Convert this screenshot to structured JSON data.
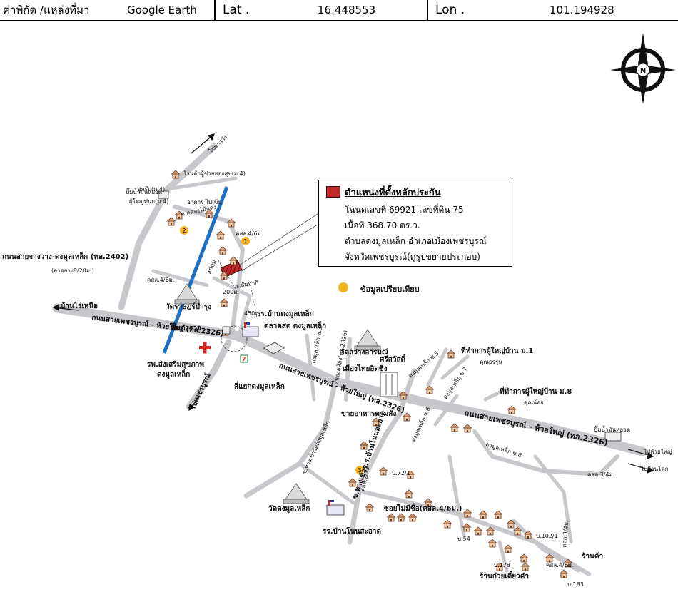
{
  "header": {
    "coord_label": "ค่าพิกัด /แหล่งที่มา",
    "source": "Google Earth",
    "lat_label": "Lat .",
    "lat_value": "16.448553",
    "lon_label": "Lon .",
    "lon_value": "101.194928"
  },
  "compass": {
    "label": "N"
  },
  "legend": {
    "title": "ตำแหน่งที่ตั้งหลักประกัน",
    "line1": "โฉนดเลขที่ 69921 เลขที่ดิน 75",
    "line2": "เนื้อที่ 368.70 ตร.ว.",
    "line3": "ตำบลดงมูลเหล็ก  อำเภอเมืองเพชรบูรณ์",
    "line4": "จังหวัดเพชรบูรณ์(ดูรูปขยายประกอบ)",
    "comparable_label": "ข้อมูลเปรียบเทียบ",
    "colors": {
      "target": "#c0282a",
      "comparable": "#f2b51f",
      "road": "#c8c7cc",
      "canal": "#1f6fc4"
    }
  },
  "labels": {
    "to_wangchan": "ไปชาววัง",
    "shop_top": "ร้านค้าผู้ช่วยทองสุข(ม.4)",
    "pump_left": "ปั๊มน้ำมันหยอด",
    "village_head_4": "ผู้ใหญ่ทันย(ม.4)",
    "house_top": "อู่กรุ๊ป(ม.4)",
    "building": "อาคาร ไปเข้น",
    "soi_khlong": "ซ.คลองไม้แดง",
    "soi_4_6_a": "คสล.4/6ม.",
    "road_wang": "ถนนสายจางวาง-ดงมูลเหล็ก (ทล.2402)",
    "road_wang_sub": "(ลาดยาง8/20ม.)",
    "soi_4_6_b": "คสล.4/6ม.",
    "dist_400": "400ม.",
    "soi_sammaki": "ซ.สัมมากี",
    "dist_200": "200ม.",
    "dist_450": "450ม.",
    "temple_rat": "วัดราษฎร์บำรุง",
    "pump_tamruat": "ปั๊มตำรวจ",
    "to_bankai": "บ้านไร่เหนือ",
    "main_road_w": "ถนนสายเพชรบูรณ์ - ห้วยใหญ่ (ทล.2326)",
    "school_dong": "รร.บ้านดงมูลเหล็ก",
    "market": "ตลาดสด ดงมูลเหล็ก",
    "hospital": "รพ.ส่งเสริมสุขภาพ",
    "hospital2": "ดงมูลเหล็ก",
    "to_phetchabun": "ไปเพชรบูรณ์",
    "junction": "สี่แยกดงมูลเหล็ก",
    "soi_3": "ดงมูลเหล็ก ซ.3",
    "soi_khlong2": "หนองคล้อง(ทล.2326)",
    "temple_sawang": "วัดสว่างอารมณ์",
    "sri_sawat": "ศรีสวัสดิ์",
    "mueang_thai": "เมืองไทยอิดชิ่ง",
    "soi_5": "ดงมูลเหล็ก ซ.5",
    "village_office_1": "ที่ทำการผู้ใหญ่บ้าน ม.1",
    "village_office_1b": "คุณธรรุน",
    "soi_7": "ดงมูลเหล็ก ซ.7",
    "village_office_8": "ที่ทำการผู้ใหญ่บ้าน ม.8",
    "village_office_8b": "คุณน้อย",
    "main_road_e": "ถนนสายเพชรบูรณ์ - ห้วยใหญ่ (ทล.2326)",
    "pump_right": "ปั๊มน้ำมันหยอด",
    "main_road_mid": "ถนนสายเพชรบูรณ์ - ห้วยใหญ่ (ทล.2326)",
    "food_shop": "ขายอาหารตามสั่ง",
    "soi_6": "ดงมูลเหล็ก ซ.6",
    "soi_8": "ดงมูลเหล็ก ซ.8",
    "to_huaiyai": "ไปห้วยใหญ่",
    "to_bankok": "ไปบ้านโคก",
    "soi_3_4_a": "คสล.3/4ม.",
    "soi_bannonsaat": "ซ.ทางเข้าวัดดงมูลเหล็ก",
    "soi_bannon2": "ซ.ทางเข้าร.ร.บ้านโนนสะอาด",
    "soi_2_12": "คสล.2/12",
    "comp3_house": "บ.72/1",
    "soi_maimi": "ซอยไม่มีชื่อ(คสล.4/6ม.)",
    "temple_dong": "วัดดงมูลเหล็ก",
    "school_nonsaat": "รร.บ้านโนนสะอาด",
    "h54": "บ.54",
    "h102": "บ.102/1",
    "soi_3_4_b": "คสล.3/4ม.",
    "soi_4_6_c": "คสล.4/6ม.",
    "shop_right": "ร้านค้า",
    "h178": "บ.178",
    "noodle": "ร้านก๋วยเตี๋ยวคำ",
    "h183": "บ.183",
    "c1": "1",
    "c2": "2",
    "c3": "3",
    "seven": "7"
  }
}
